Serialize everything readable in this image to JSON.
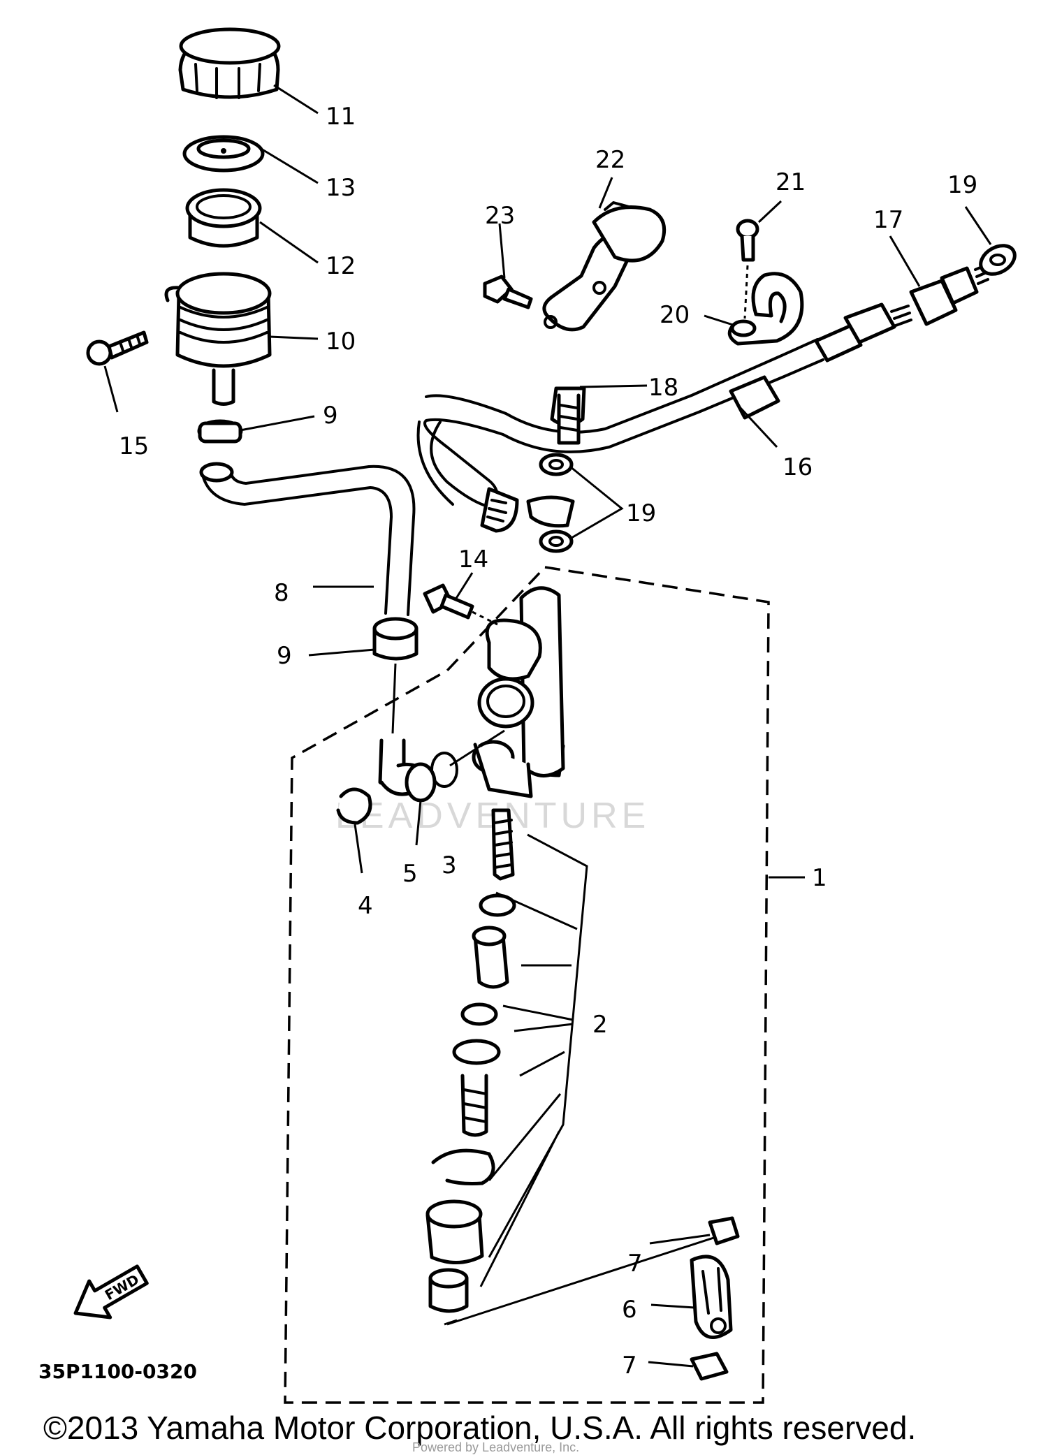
{
  "diagram": {
    "callouts": {
      "c1": "1",
      "c2": "2",
      "c3": "3",
      "c4": "4",
      "c5": "5",
      "c6": "6",
      "c7a": "7",
      "c7b": "7",
      "c8": "8",
      "c9a": "9",
      "c9b": "9",
      "c10": "10",
      "c11": "11",
      "c12": "12",
      "c13": "13",
      "c14": "14",
      "c15": "15",
      "c16": "16",
      "c17": "17",
      "c18": "18",
      "c19a": "19",
      "c19b": "19",
      "c20": "20",
      "c21": "21",
      "c22": "22",
      "c23": "23"
    },
    "part_code": "35P1100-0320",
    "direction_arrow": "FWD",
    "watermark": "LEADVENTURE",
    "watermark_small": "Powered by Leadventure, Inc.",
    "copyright": "©2013 Yamaha Motor Corporation, U.S.A. All rights reserved."
  }
}
